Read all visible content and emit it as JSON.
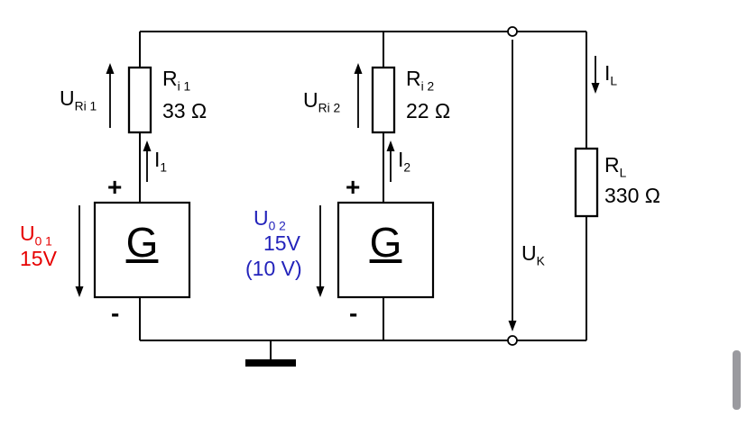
{
  "diagram": {
    "kind": "circuit-diagram",
    "description": "Two parallel voltage sources with internal resistors feeding a load resistor"
  },
  "labels": {
    "u_ri1": {
      "base": "U",
      "sub": "Ri 1"
    },
    "r_i1": {
      "base": "R",
      "sub": "i 1",
      "value": "33 Ω"
    },
    "i1": {
      "base": "I",
      "sub": "1"
    },
    "plus1": "+",
    "minus1": "-",
    "g1": "G",
    "u_01": {
      "base": "U",
      "sub": "0 1",
      "value": "15V"
    },
    "u_ri2": {
      "base": "U",
      "sub": "Ri 2"
    },
    "r_i2": {
      "base": "R",
      "sub": "i 2",
      "value": "22 Ω"
    },
    "i2": {
      "base": "I",
      "sub": "2"
    },
    "plus2": "+",
    "minus2": "-",
    "g2": "G",
    "u_02": {
      "base": "U",
      "sub": "0 2",
      "value": "15V",
      "value2": "(10 V)"
    },
    "u_k": {
      "base": "U",
      "sub": "K"
    },
    "i_l": {
      "base": "I",
      "sub": "L"
    },
    "r_l": {
      "base": "R",
      "sub": "L",
      "value": "330 Ω"
    }
  },
  "colors": {
    "wire": "#000000",
    "source1_text": "#e60000",
    "source2_text": "#2323bb",
    "background": "#ffffff",
    "scrollbar": "#9a9a9f"
  }
}
